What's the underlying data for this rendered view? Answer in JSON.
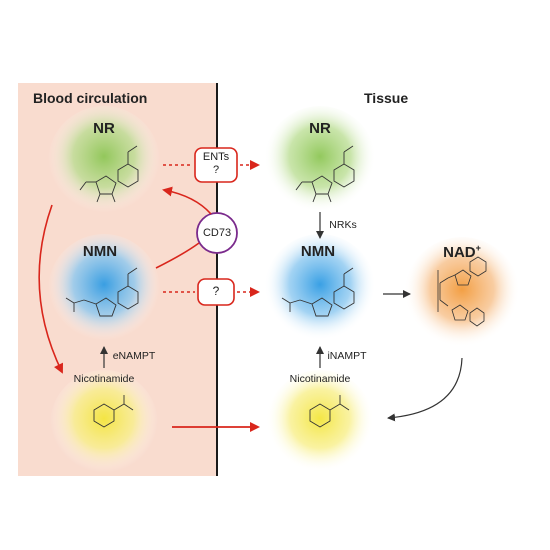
{
  "left_section": {
    "title": "Blood circulation"
  },
  "right_section": {
    "title": "Tissue"
  },
  "molecules": {
    "nr_blood": "NR",
    "nmn_blood": "NMN",
    "nr_tissue": "NR",
    "nmn_tissue": "NMN",
    "nad": "NAD",
    "nad_superscript": "+"
  },
  "labels": {
    "nicotinamide_blood": "Nicotinamide",
    "nicotinamide_tissue": "Nicotinamide",
    "enampt": "eNAMPT",
    "inampt": "iNAMPT",
    "nrks": "NRKs",
    "cd73": "CD73",
    "ents": "ENTs",
    "ents_question": "?",
    "nmn_transporter": "?"
  },
  "colors": {
    "blood_bg": "#f9dccf",
    "nr_glow": "#8dc655",
    "nmn_glow": "#2f9be3",
    "nicotinamide_glow": "#f3e53c",
    "nad_glow": "#f29a3a",
    "arrow_red": "#d9261c",
    "arrow_dark": "#333333",
    "cd73_ring": "#7a2a8c"
  }
}
